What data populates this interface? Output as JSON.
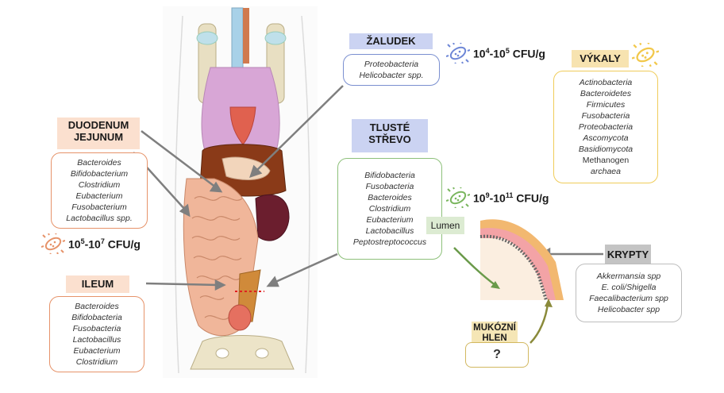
{
  "colors": {
    "orange": "#e6936a",
    "blue": "#6d86d6",
    "green": "#7ab65e",
    "yellow": "#f2c84b",
    "grey": "#bdbdbd"
  },
  "duodenum": {
    "title_line1": "DUODENUM",
    "title_line2": "JEJUNUM",
    "bacteria": [
      "Bacteroides",
      "Bifidobacterium",
      "Clostridium",
      "Eubacterium",
      "Fusobacterium",
      "Lactobacillus spp."
    ],
    "cfu": {
      "base1": "10",
      "exp1": "5",
      "sep": "-",
      "base2": "10",
      "exp2": "7",
      "unit": " CFU/g"
    },
    "icon": "bacterium-icon"
  },
  "ileum": {
    "title": "ILEUM",
    "bacteria": [
      "Bacteroides",
      "Bifidobacteria",
      "Fusobacteria",
      "Lactobacillus",
      "Eubacterium",
      "Clostridium"
    ]
  },
  "stomach": {
    "title": "ŽALUDEK",
    "bacteria": [
      "Proteobacteria",
      "Helicobacter spp."
    ],
    "cfu": {
      "base1": "10",
      "exp1": "4",
      "sep": "-",
      "base2": "10",
      "exp2": "5",
      "unit": " CFU/g"
    },
    "icon": "bacterium-icon"
  },
  "colon": {
    "title_line1": "TLUSTÉ",
    "title_line2": "STŘEVO",
    "bacteria": [
      "Bifidobacteria",
      "Fusobacteria",
      "Bacteroides",
      "Clostridium",
      "Eubacterium",
      "Lactobacillus",
      "Peptostreptococcus"
    ],
    "cfu": {
      "base1": "10",
      "exp1": "9",
      "sep": "-",
      "base2": "10",
      "exp2": "11",
      "unit": " CFU/g"
    },
    "icon": "bacterium-icon"
  },
  "feces": {
    "title": "VÝKALY",
    "bacteria": [
      "Actinobacteria",
      "Bacteroidetes",
      "Firmicutes",
      "Fusobacteria",
      "Proteobacteria",
      "Ascomycota",
      "Basidiomycota"
    ],
    "bacteria_plain": [
      "Methanogen"
    ],
    "bacteria_tail": [
      "archaea"
    ],
    "icon": "bacterium-icon"
  },
  "lumen": {
    "label": "Lumen"
  },
  "crypts": {
    "title": "KRYPTY",
    "bacteria": [
      "Akkermansia spp",
      "E. coli/Shigella",
      "Faecalibacterium spp",
      "Helicobacter spp"
    ]
  },
  "mucus": {
    "title_line1": "MUKÓZNÍ",
    "title_line2": "HLEN",
    "value": "?"
  }
}
